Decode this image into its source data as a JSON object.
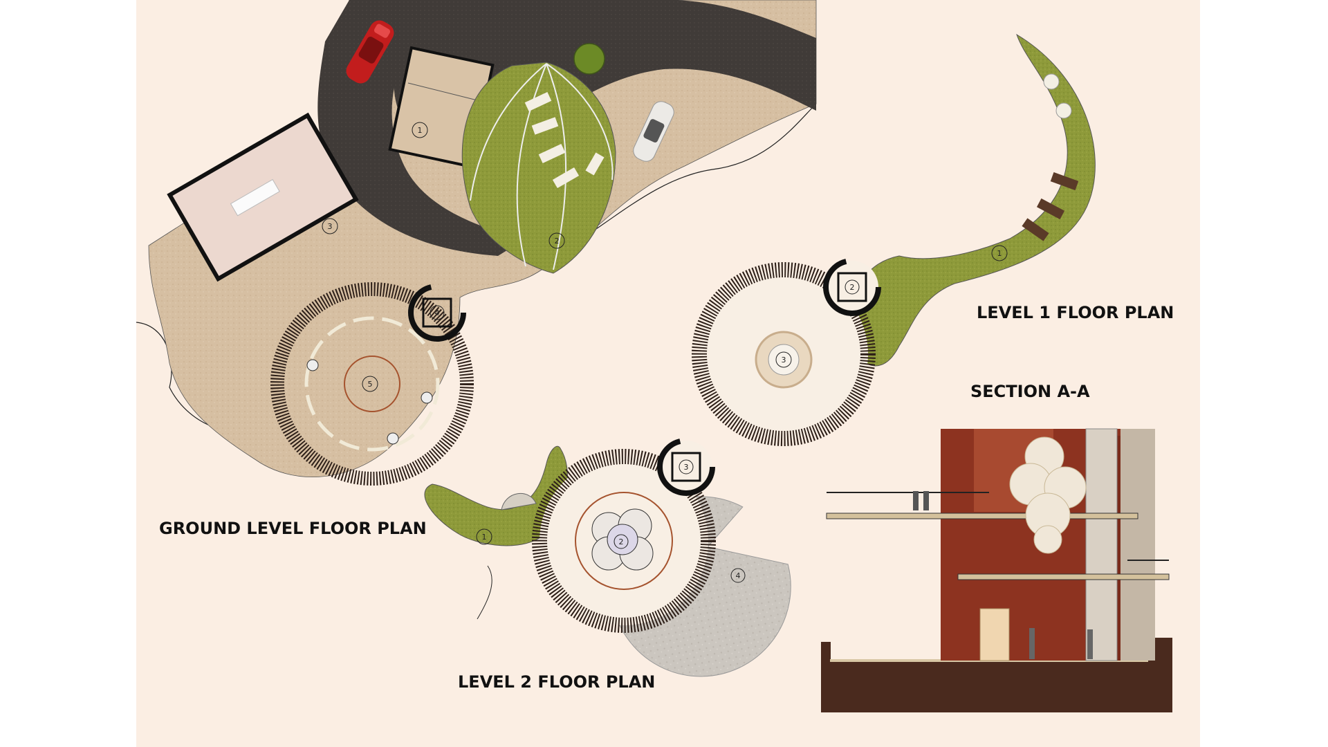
{
  "titles": {
    "ground": "GROUND LEVEL FLOOR PLAN",
    "level1": "LEVEL 1 FLOOR PLAN",
    "level2": "LEVEL 2 FLOOR PLAN",
    "section": "SECTION A-A"
  },
  "ground_plan": {
    "zone_numbers": [
      "1",
      "2",
      "3",
      "4",
      "5"
    ]
  },
  "level1_plan": {
    "zone_numbers": [
      "1",
      "2",
      "3"
    ]
  },
  "level2_plan": {
    "zone_numbers": [
      "1",
      "2",
      "3",
      "4"
    ]
  },
  "colors": {
    "sheet": "#fbeee3",
    "paving": "#d8c2a5",
    "road": "#3f3a37",
    "grass": "#8f9a3c",
    "wood": "#3a2a1f",
    "floor": "#f7ece0",
    "pink_room": "#ecd8cf",
    "concrete": "#c9c4be",
    "terracotta": "#8d3320",
    "wall": "#111111"
  },
  "icons": [
    "red-car",
    "white-car",
    "tree",
    "people-figure"
  ]
}
